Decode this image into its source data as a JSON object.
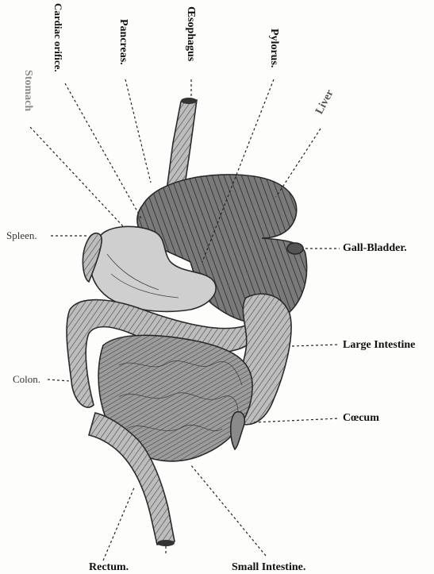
{
  "labels": {
    "stomach": "Stomach",
    "cardiac": "Cardiac orifice.",
    "pancreas": "Pancreas.",
    "oesophagus": "Œsophagus",
    "pylorus": "Pylorus.",
    "liver": "Liver",
    "spleen": "Spleen.",
    "gall_bladder": "Gall-Bladder.",
    "large_intestine": "Large Intestine",
    "colon": "Colon.",
    "caecum": "Cœcum",
    "rectum": "Rectum.",
    "small_intestine": "Small Intestine."
  },
  "colors": {
    "ink": "#222222",
    "organ_dark": "#6f6f6f",
    "organ_mid": "#a9a9a9",
    "organ_light": "#d8d8d8",
    "paper": "#fdfdfb"
  }
}
